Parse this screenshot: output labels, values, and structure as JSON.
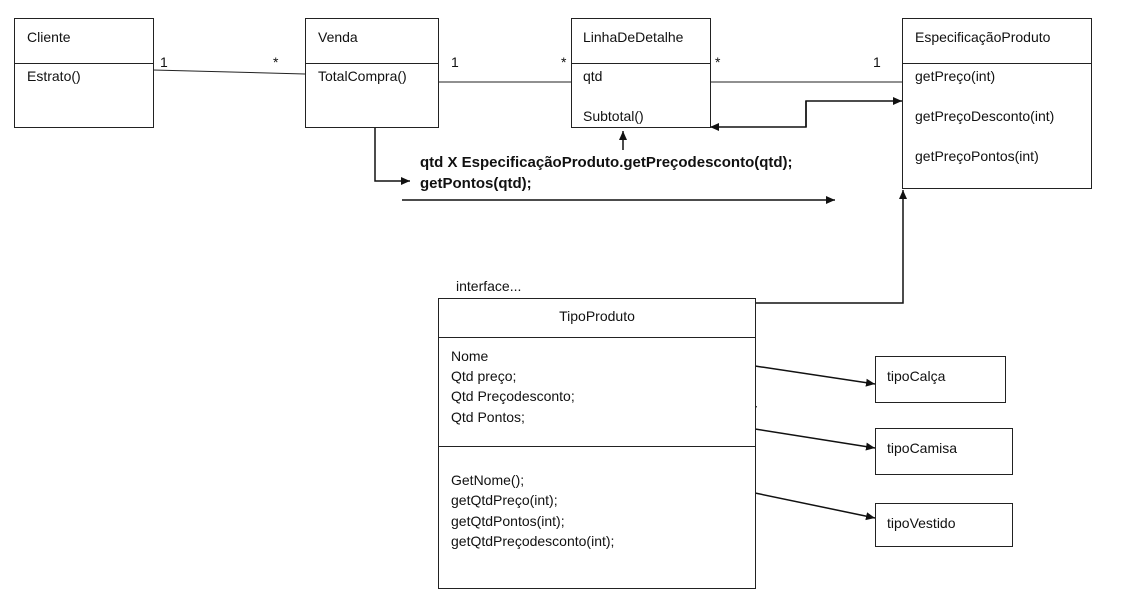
{
  "classes": {
    "cliente": {
      "name": "Cliente",
      "members": [
        "Estrato()"
      ]
    },
    "venda": {
      "name": "Venda",
      "members": [
        "TotalCompra()"
      ]
    },
    "linha": {
      "name": "LinhaDeDetalhe",
      "members": [
        "qtd",
        "Subtotal()"
      ]
    },
    "especificacao": {
      "name": "EspecificaçãoProduto",
      "members": [
        "getPreço(int)",
        "getPreçoDesconto(int)",
        "getPreçoPontos(int)"
      ]
    },
    "tipo_produto": {
      "stereotype": "interface...",
      "name": "TipoProduto",
      "attributes": [
        "Nome",
        "Qtd preço;",
        "Qtd Preçodesconto;",
        "Qtd Pontos;"
      ],
      "methods": [
        "GetNome();",
        "getQtdPreço(int);",
        "getQtdPontos(int);",
        "getQtdPreçodesconto(int);"
      ]
    },
    "tipo_calca": {
      "name": "tipoCalça"
    },
    "tipo_camisa": {
      "name": "tipoCamisa"
    },
    "tipo_vestido": {
      "name": "tipoVestido"
    }
  },
  "multiplicities": {
    "cliente_venda": [
      "1",
      "*"
    ],
    "venda_linha": [
      "1",
      "*"
    ],
    "linha_especificacao": [
      "*",
      "1"
    ]
  },
  "note": {
    "line1": "qtd X EspecificaçãoProduto.getPreçodesconto(qtd);",
    "line2": "getPontos(qtd);"
  }
}
